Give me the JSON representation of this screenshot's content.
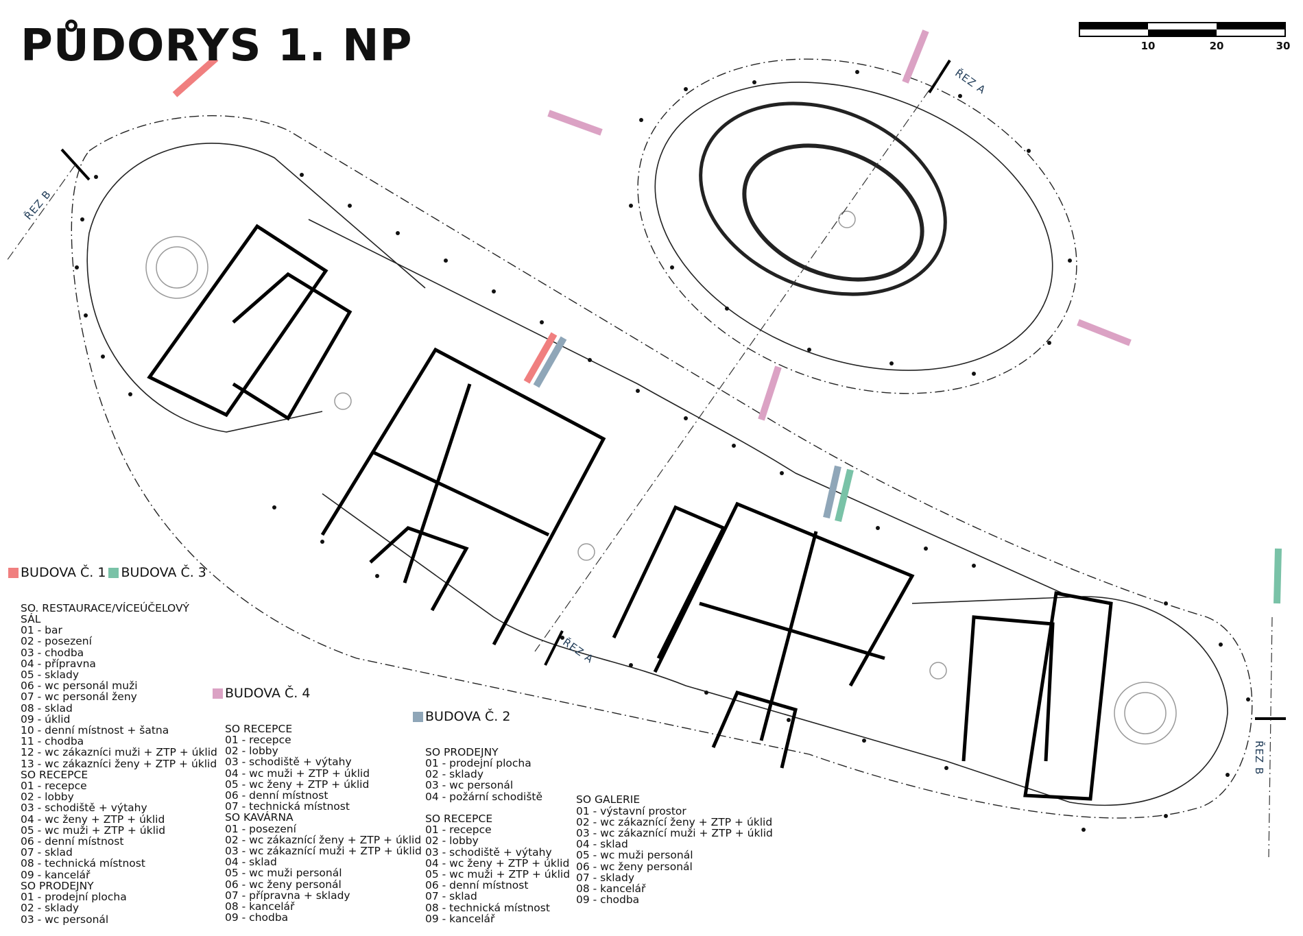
{
  "title": "PŮDORYS 1. NP",
  "scale_bar": {
    "labels": [
      "10",
      "20",
      "30"
    ]
  },
  "colors": {
    "budova1": "#f07f7f",
    "budova2": "#8fa6b8",
    "budova3": "#79c2a7",
    "budova4": "#dba2c4",
    "section_text": "#1f3b57"
  },
  "section_labels": {
    "rez_a_top": "ŘEZ A",
    "rez_a_bottom": "ŘEZ A",
    "rez_b_left": "ŘEZ B",
    "rez_b_right": "ŘEZ B"
  },
  "legend": {
    "budova1": {
      "title": "BUDOVA Č. 1",
      "lines": [
        "SO. RESTAURACE/VÍCEÚČELOVÝ",
        "SÁL",
        "01 - bar",
        "02 - posezení",
        "03 - chodba",
        "04 - přípravna",
        "05 - sklady",
        "06 - wc personál muži",
        "07 - wc personál ženy",
        "08 - sklad",
        "09 - úklid",
        "10 - denní místnost + šatna",
        "11 - chodba",
        "12 - wc zákazníci muži + ZTP + úklid",
        "13 - wc zákazníci ženy + ZTP + úklid",
        "SO RECEPCE",
        "01 - recepce",
        "02 - lobby",
        "03 - schodiště + výtahy",
        "04 - wc ženy + ZTP + úklid",
        "05 - wc muži + ZTP + úklid",
        "06 - denní místnost",
        "07 - sklad",
        "08 - technická místnost",
        "09 - kancelář",
        "SO PRODEJNY",
        "01 - prodejní plocha",
        "02 - sklady",
        "03 - wc personál"
      ]
    },
    "budova3": {
      "title": "BUDOVA Č. 3"
    },
    "budova4": {
      "title": "BUDOVA Č. 4",
      "lines": [
        "SO RECEPCE",
        "01 - recepce",
        "02 - lobby",
        "03 - schodiště + výtahy",
        "04 - wc muži + ZTP + úklid",
        "05 - wc ženy + ZTP + úklid",
        "06 - denní místnost",
        "07 - technická místnost",
        "SO KAVÁRNA",
        "01 - posezení",
        "02 - wc zákaznící ženy + ZTP + úklid",
        "03 - wc zákaznící muži + ZTP + úklid",
        "04 - sklad",
        "05 - wc muži personál",
        "06 - wc ženy personál",
        "07 - přípravna + sklady",
        "08 - kancelář",
        "09 - chodba"
      ]
    },
    "budova2": {
      "title": "BUDOVA Č. 2",
      "lines": [
        "SO PRODEJNY",
        "01 - prodejní plocha",
        "02 - sklady",
        "03 - wc personál",
        "04 - požární schodiště",
        "",
        "SO RECEPCE",
        "01 - recepce",
        "02 - lobby",
        "03 - schodiště + výtahy",
        "04 - wc ženy + ZTP + úklid",
        "05 - wc muži + ZTP + úklid",
        "06 - denní místnost",
        "07 - sklad",
        "08 - technická místnost",
        "09 - kancelář"
      ]
    },
    "galerie": {
      "lines": [
        "SO GALERIE",
        "01 - výstavní prostor",
        "02 - wc zákaznící ženy + ZTP + úklid",
        "03 - wc zákaznící muži + ZTP + úklid",
        "04 - sklad",
        "05 - wc muži personál",
        "06 - wc ženy personál",
        "07 - sklady",
        "08 - kancelář",
        "09 - chodba"
      ]
    }
  }
}
